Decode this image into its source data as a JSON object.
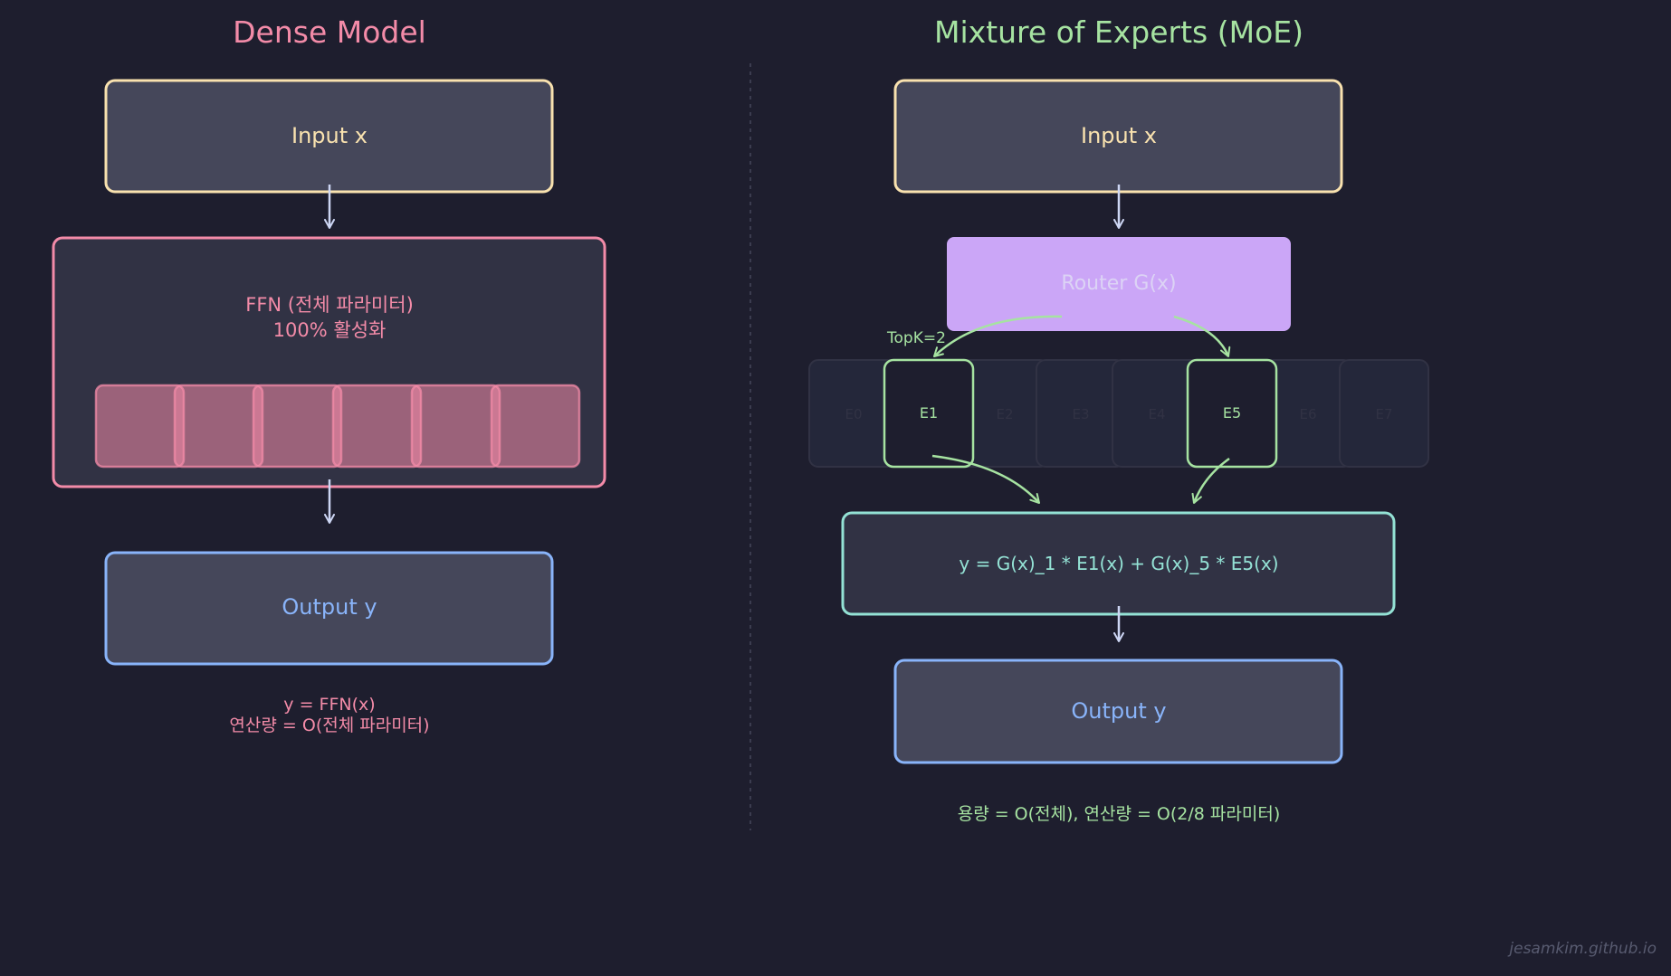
{
  "dense": {
    "title": "Dense Model",
    "input_label": "Input x",
    "ffn_line1": "FFN (전체 파라미터)",
    "ffn_line2": "100% 활성화",
    "output_label": "Output y",
    "formula_line1": "y = FFN(x)",
    "formula_line2": "연산량 = O(전체 파라미터)"
  },
  "moe": {
    "title": "Mixture of Experts (MoE)",
    "input_label": "Input x",
    "router_label": "Router G(x)",
    "topk_label": "TopK=2",
    "experts": [
      {
        "label": "E0",
        "active": false
      },
      {
        "label": "E1",
        "active": true
      },
      {
        "label": "E2",
        "active": false
      },
      {
        "label": "E3",
        "active": false
      },
      {
        "label": "E4",
        "active": false
      },
      {
        "label": "E5",
        "active": true
      },
      {
        "label": "E6",
        "active": false
      },
      {
        "label": "E7",
        "active": false
      }
    ],
    "combine_formula": "y = G(x)_1 * E1(x) + G(x)_5 * E5(x)",
    "output_label": "Output y",
    "summary": "용량 = O(전체), 연산량 = O(2/8 파라미터)"
  },
  "watermark": "jesamkim.github.io",
  "colors": {
    "background": "#1e1e2e",
    "dense_title": "#f38ba8",
    "moe_title": "#a6e3a1",
    "input_border": "#f9e2af",
    "ffn_border": "#f38ba8",
    "output_border": "#89b4fa",
    "router_fill": "#cba6f7",
    "active_expert": "#a6e3a1",
    "combine_border": "#94e2d5",
    "arrow": "#cdd6f4"
  }
}
